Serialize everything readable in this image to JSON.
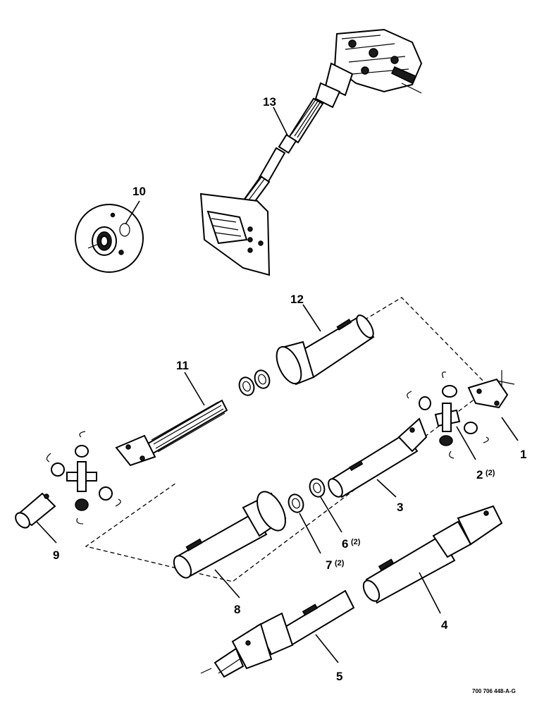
{
  "callouts": {
    "c1": "1",
    "c2": "2",
    "c2_qty": "(2)",
    "c3": "3",
    "c4": "4",
    "c5": "5",
    "c6": "6",
    "c6_qty": "(2)",
    "c7": "7",
    "c7_qty": "(2)",
    "c8": "8",
    "c9": "9",
    "c10": "10",
    "c11": "11",
    "c12": "12",
    "c13": "13"
  },
  "document_number": "700 706 448-A-G"
}
